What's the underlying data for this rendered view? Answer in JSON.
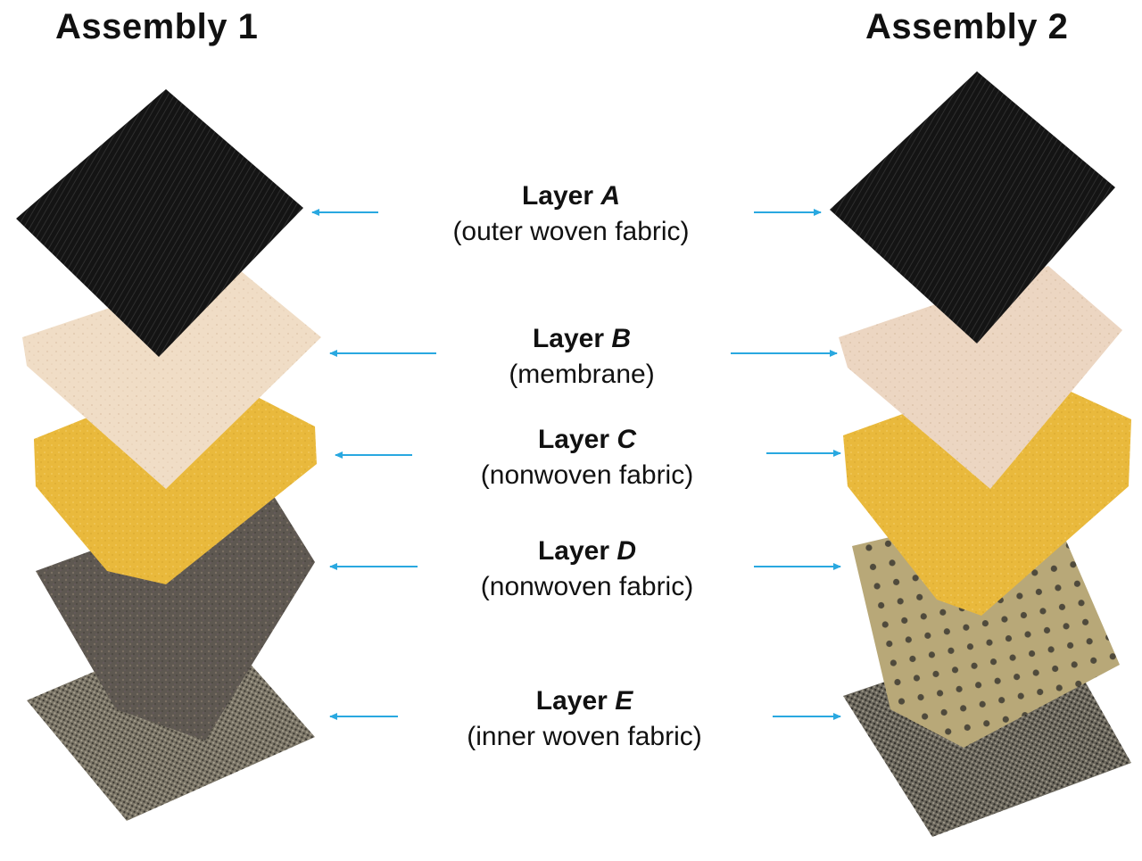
{
  "titles": {
    "left": "Assembly 1",
    "right": "Assembly 2"
  },
  "colors": {
    "arrow": "#29a8e0",
    "layer_a": "#141414",
    "layer_b": "#efdcc4",
    "layer_c": "#e9b93c",
    "layer_d_assembly1": "#5e5851",
    "layer_d_assembly2": "#b6a777",
    "layer_e": "#6f6a5e"
  },
  "layers": [
    {
      "prefix": "Layer",
      "letter": "A",
      "description": "(outer woven fabric)"
    },
    {
      "prefix": "Layer",
      "letter": "B",
      "description": "(membrane)"
    },
    {
      "prefix": "Layer",
      "letter": "C",
      "description": "(nonwoven fabric)"
    },
    {
      "prefix": "Layer",
      "letter": "D",
      "description": "(nonwoven fabric)"
    },
    {
      "prefix": "Layer",
      "letter": "E",
      "description": "(inner woven fabric)"
    }
  ]
}
